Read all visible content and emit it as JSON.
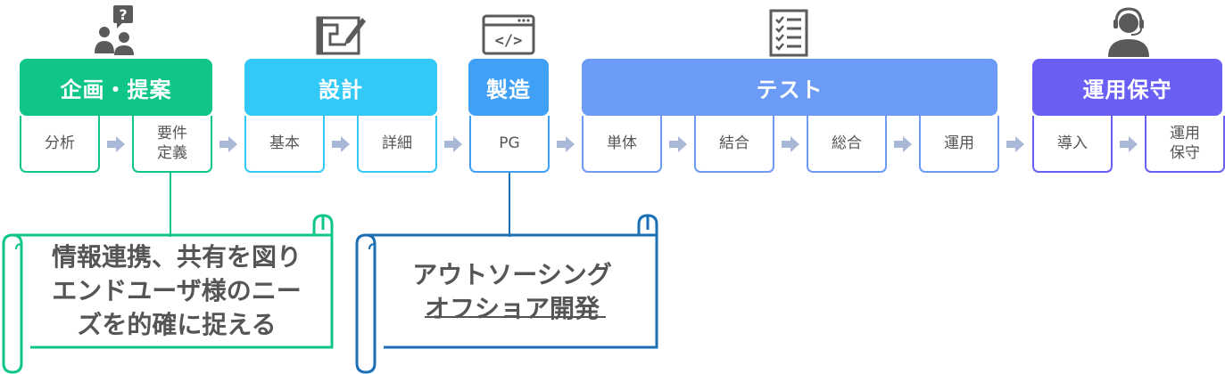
{
  "phases": [
    {
      "label": "企画・提案",
      "color": "#10c58a",
      "icon": "consultation-icon"
    },
    {
      "label": "設計",
      "color": "#33c9f7",
      "icon": "blueprint-icon"
    },
    {
      "label": "製造",
      "color": "#3fa0f5",
      "icon": "code-window-icon"
    },
    {
      "label": "テスト",
      "color": "#6c9bf5",
      "icon": "checklist-icon"
    },
    {
      "label": "運用保守",
      "color": "#6a5ff5",
      "icon": "support-operator-icon"
    }
  ],
  "steps": [
    {
      "label": "分析",
      "phase": 0
    },
    {
      "label": "要件\n定義",
      "phase": 0
    },
    {
      "label": "基本",
      "phase": 1
    },
    {
      "label": "詳細",
      "phase": 1
    },
    {
      "label": "PG",
      "phase": 2
    },
    {
      "label": "単体",
      "phase": 3
    },
    {
      "label": "結合",
      "phase": 3
    },
    {
      "label": "総合",
      "phase": 3
    },
    {
      "label": "運用",
      "phase": 3
    },
    {
      "label": "導入",
      "phase": 4
    },
    {
      "label": "運用\n保守",
      "phase": 4
    }
  ],
  "notes": [
    {
      "text": "情報連携、共有を図り\nエンドユーザ様のニー\nズを的確に捉える",
      "color": "#10c58a"
    },
    {
      "text": "アウトソーシング\nオフショア開発",
      "color": "#1a6fb5"
    }
  ]
}
